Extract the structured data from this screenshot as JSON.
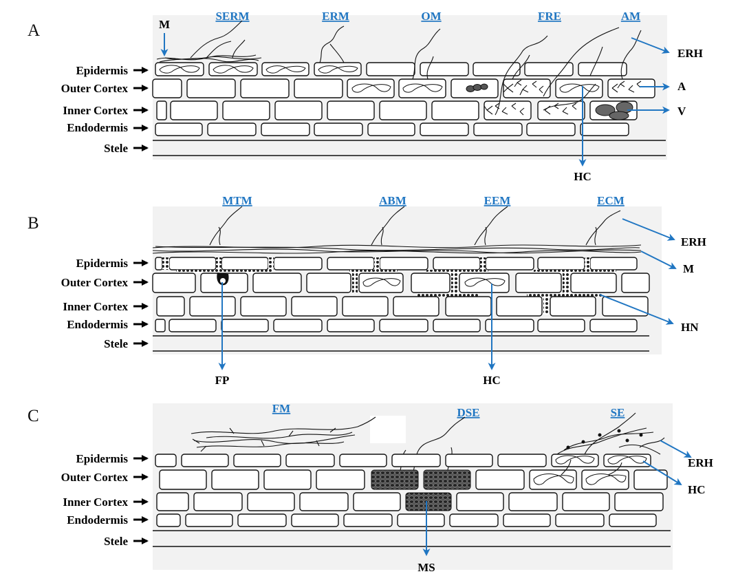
{
  "panels": [
    {
      "id": "A",
      "letter": "A",
      "types": [
        "SERM",
        "ERM",
        "OM",
        "FRE",
        "AM"
      ],
      "callouts_top": [
        "M"
      ],
      "callouts_right": [
        "ERH",
        "A",
        "V"
      ],
      "callouts_bottom": [
        "HC"
      ]
    },
    {
      "id": "B",
      "letter": "B",
      "types": [
        "MTM",
        "ABM",
        "EEM",
        "ECM"
      ],
      "callouts_right": [
        "ERH",
        "M",
        "HN"
      ],
      "callouts_bottom": [
        "FP",
        "HC"
      ]
    },
    {
      "id": "C",
      "letter": "C",
      "types": [
        "FM",
        "DSE",
        "SE"
      ],
      "callouts_right": [
        "ERH",
        "HC"
      ],
      "callouts_bottom": [
        "MS"
      ]
    }
  ],
  "layer_labels": [
    "Epidermis",
    "Outer Cortex",
    "Inner Cortex",
    "Endodermis",
    "Stele"
  ],
  "colors": {
    "type_label": "#2076c2",
    "callout_arrow": "#2076c2",
    "layer_arrow": "#000000"
  }
}
